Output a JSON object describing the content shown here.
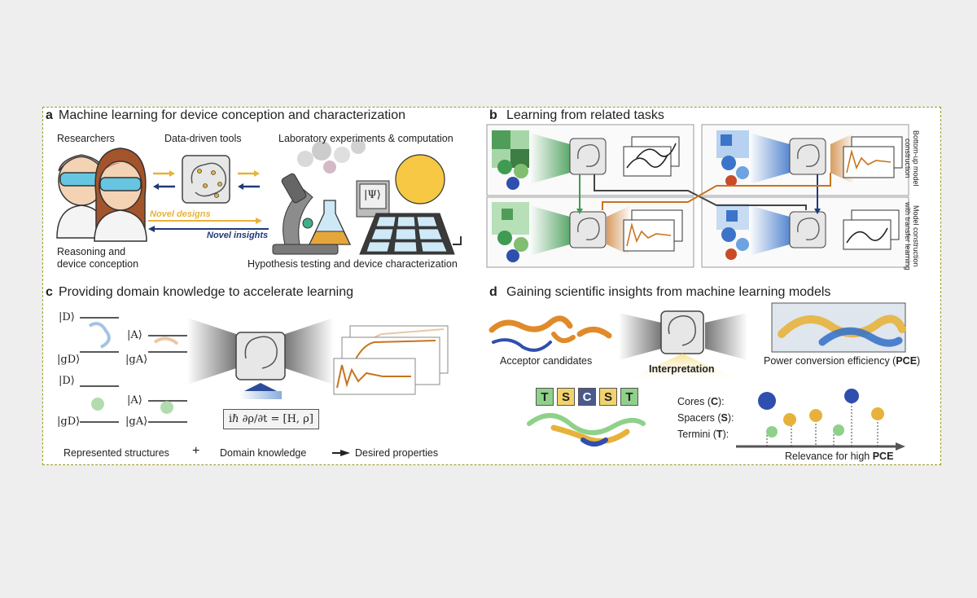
{
  "panels": {
    "a": {
      "letter": "a",
      "title": "Machine learning for device conception and characterization",
      "researchers": "Researchers",
      "tools": "Data-driven tools",
      "lab": "Laboratory experiments & computation",
      "novel_designs": "Novel designs",
      "novel_insights": "Novel insights",
      "reasoning_1": "Reasoning and",
      "reasoning_2": "device conception",
      "hypothesis": "Hypothesis testing and device characterization",
      "psi": "|Ψ⟩"
    },
    "b": {
      "letter": "b",
      "title": "Learning from related tasks",
      "side_top_1": "Bottom-up model",
      "side_top_2": "construction",
      "side_bottom_1": "Model construction",
      "side_bottom_2": "with transfer learning"
    },
    "c": {
      "letter": "c",
      "title": "Providing domain knowledge to accelerate learning",
      "state_D_1": "|D⟩",
      "state_gD_1": "|gD⟩",
      "state_A_1": "|A⟩",
      "state_gA_1": "|gA⟩",
      "state_D_2": "|D⟩",
      "state_gD_2": "|gD⟩",
      "state_A_2": "|A⟩",
      "state_gA_2": "|gA⟩",
      "equation": "iℏ ∂ρ/∂t = [H, ρ]",
      "represented": "Represented structures",
      "plus": "+",
      "domain": "Domain knowledge",
      "desired": "Desired properties"
    },
    "d": {
      "letter": "d",
      "title": "Gaining scientific insights from machine learning models",
      "acceptor": "Acceptor candidates",
      "interpretation": "Interpretation",
      "pce_prefix": "Power conversion efficiency (",
      "pce_bold": "PCE",
      "pce_suffix": ")",
      "sequence": [
        "T",
        "S",
        "C",
        "S",
        "T"
      ],
      "cores_prefix": "Cores (",
      "cores_bold": "C",
      "cores_suffix": "):",
      "spacers_prefix": "Spacers (",
      "spacers_bold": "S",
      "spacers_suffix": "):",
      "termini_prefix": "Termini (",
      "termini_bold": "T",
      "termini_suffix": "):",
      "relevance_prefix": "Relevance for high ",
      "relevance_bold": "PCE"
    }
  },
  "colors": {
    "gold": "#e7b23b",
    "navy": "#1f3a7a",
    "orange": "#c8741e",
    "green": "#3f9a52",
    "blue": "#3b74c8",
    "border": "#9a9a2a",
    "seq_T": "#8fd18a",
    "seq_S": "#f2d36b",
    "seq_C": "#4a5a8c"
  }
}
